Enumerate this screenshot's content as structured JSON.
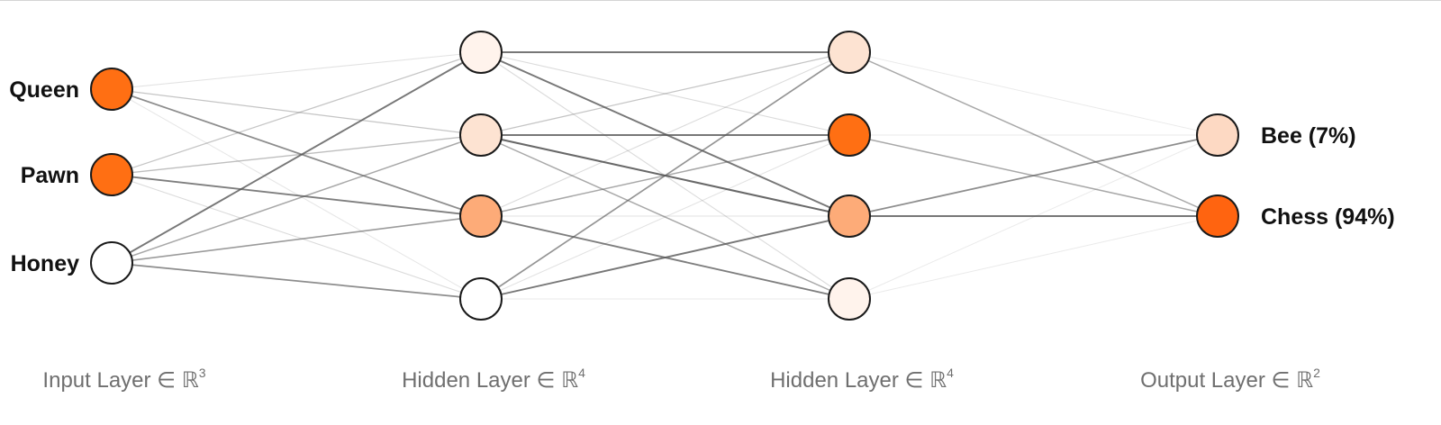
{
  "colors": {
    "edge": "#555555",
    "node_stroke": "#1a1a1a",
    "caption": "#6f6f6f"
  },
  "layers": [
    {
      "caption": "Input Layer ∈ ℝ",
      "dim": "3",
      "nodes": [
        {
          "label": "Queen",
          "color": "#ff6f13"
        },
        {
          "label": "Pawn",
          "color": "#ff6f13"
        },
        {
          "label": "Honey",
          "color": "#ffffff"
        }
      ]
    },
    {
      "caption": "Hidden Layer ∈ ℝ",
      "dim": "4",
      "nodes": [
        {
          "color": "#fff3ec"
        },
        {
          "color": "#fde3d2"
        },
        {
          "color": "#fdab78"
        },
        {
          "color": "#ffffff"
        }
      ]
    },
    {
      "caption": "Hidden Layer ∈ ℝ",
      "dim": "4",
      "nodes": [
        {
          "color": "#fde3d2"
        },
        {
          "color": "#ff6f13"
        },
        {
          "color": "#fdab78"
        },
        {
          "color": "#fff3ec"
        }
      ]
    },
    {
      "caption": "Output Layer ∈ ℝ",
      "dim": "2",
      "nodes": [
        {
          "label": "Bee (7%)",
          "color": "#fdd9c3"
        },
        {
          "label": "Chess (94%)",
          "color": "#ff6410"
        }
      ]
    }
  ],
  "edge_weights": [
    [
      [
        0.1,
        0.3,
        0.7,
        0.08
      ],
      [
        0.3,
        0.35,
        0.8,
        0.15
      ],
      [
        0.85,
        0.5,
        0.6,
        0.7
      ]
    ],
    [
      [
        0.85,
        0.15,
        0.85,
        0.15
      ],
      [
        0.3,
        0.85,
        0.95,
        0.5
      ],
      [
        0.15,
        0.5,
        0.1,
        0.8
      ],
      [
        0.65,
        0.1,
        0.85,
        0.05
      ]
    ],
    [
      [
        0.05,
        0.5
      ],
      [
        0.05,
        0.5
      ],
      [
        0.7,
        0.85
      ],
      [
        0.05,
        0.05
      ]
    ]
  ]
}
